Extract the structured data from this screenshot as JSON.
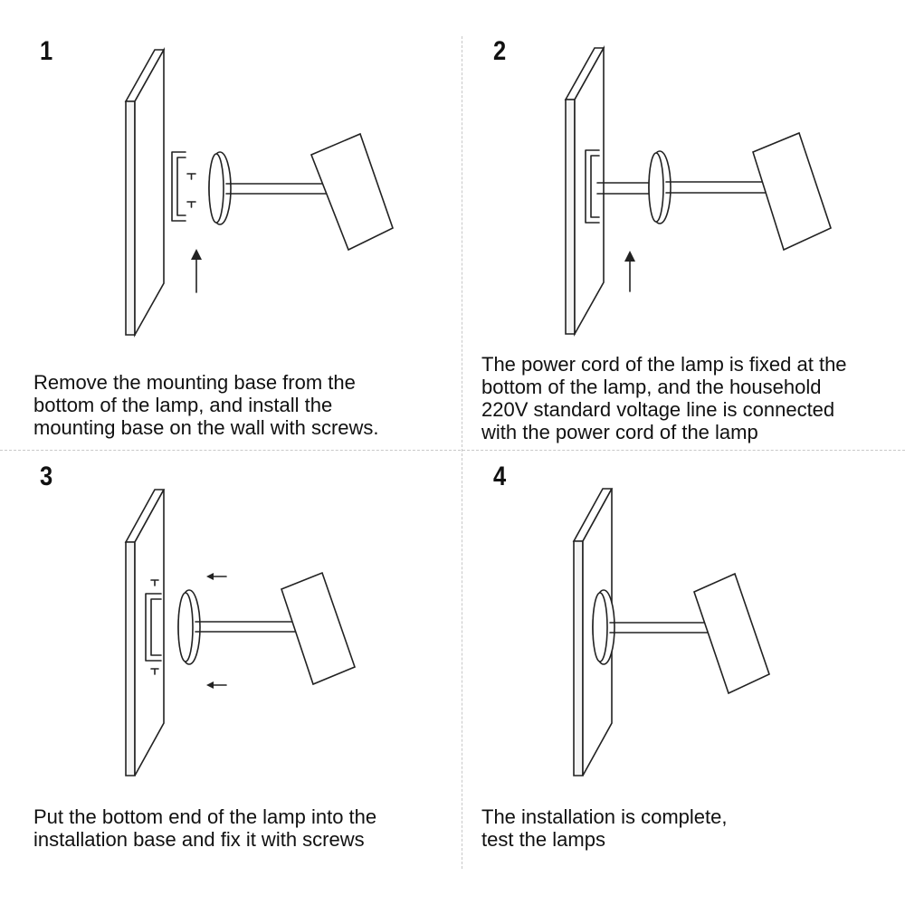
{
  "steps": [
    {
      "number": "1",
      "caption": "Remove the mounting base from the\nbottom of the lamp, and install the\nmounting base on the wall with screws."
    },
    {
      "number": "2",
      "caption": "The power cord of the lamp is fixed at the\nbottom of the lamp, and the household\n220V standard voltage line is connected\nwith the power cord of the lamp"
    },
    {
      "number": "3",
      "caption": "Put the bottom end of the lamp into the\ninstallation base and fix it with screws"
    },
    {
      "number": "4",
      "caption": "The installation is complete,\ntest the lamps"
    }
  ]
}
